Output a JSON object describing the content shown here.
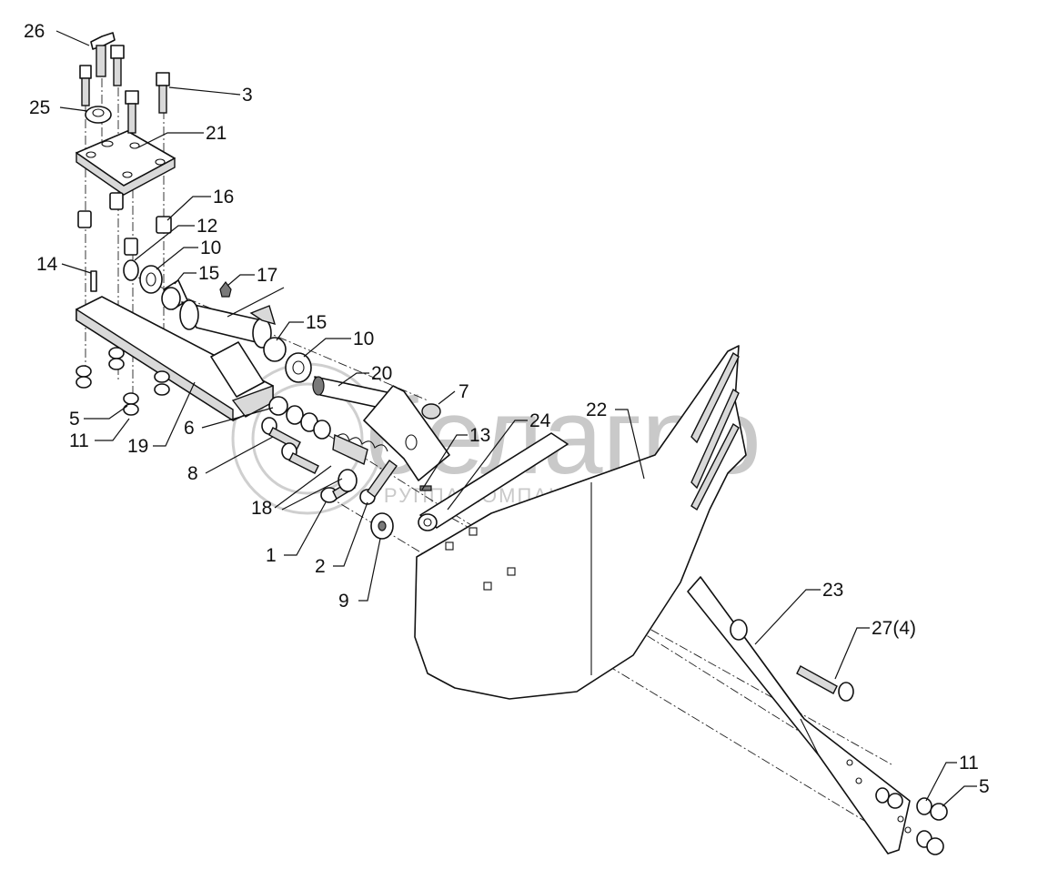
{
  "watermark": {
    "brand": "белагро",
    "tagline": "ГРУППА КОМПАНИЙ"
  },
  "callouts": [
    {
      "id": "c26",
      "text": "26"
    },
    {
      "id": "c3",
      "text": "3"
    },
    {
      "id": "c25",
      "text": "25"
    },
    {
      "id": "c21",
      "text": "21"
    },
    {
      "id": "c16",
      "text": "16"
    },
    {
      "id": "c12",
      "text": "12"
    },
    {
      "id": "c10a",
      "text": "10"
    },
    {
      "id": "c14",
      "text": "14"
    },
    {
      "id": "c15a",
      "text": "15"
    },
    {
      "id": "c17",
      "text": "17"
    },
    {
      "id": "c15b",
      "text": "15"
    },
    {
      "id": "c10b",
      "text": "10"
    },
    {
      "id": "c20",
      "text": "20"
    },
    {
      "id": "c7",
      "text": "7"
    },
    {
      "id": "c22",
      "text": "22"
    },
    {
      "id": "c5a",
      "text": "5"
    },
    {
      "id": "c6",
      "text": "6"
    },
    {
      "id": "c24",
      "text": "24"
    },
    {
      "id": "c11a",
      "text": "11"
    },
    {
      "id": "c13",
      "text": "13"
    },
    {
      "id": "c19",
      "text": "19"
    },
    {
      "id": "c8",
      "text": "8"
    },
    {
      "id": "c18",
      "text": "18"
    },
    {
      "id": "c1",
      "text": "1"
    },
    {
      "id": "c2",
      "text": "2"
    },
    {
      "id": "c9",
      "text": "9"
    },
    {
      "id": "c23",
      "text": "23"
    },
    {
      "id": "c27",
      "text": "27(4)"
    },
    {
      "id": "c11b",
      "text": "11"
    },
    {
      "id": "c5b",
      "text": "5"
    }
  ]
}
